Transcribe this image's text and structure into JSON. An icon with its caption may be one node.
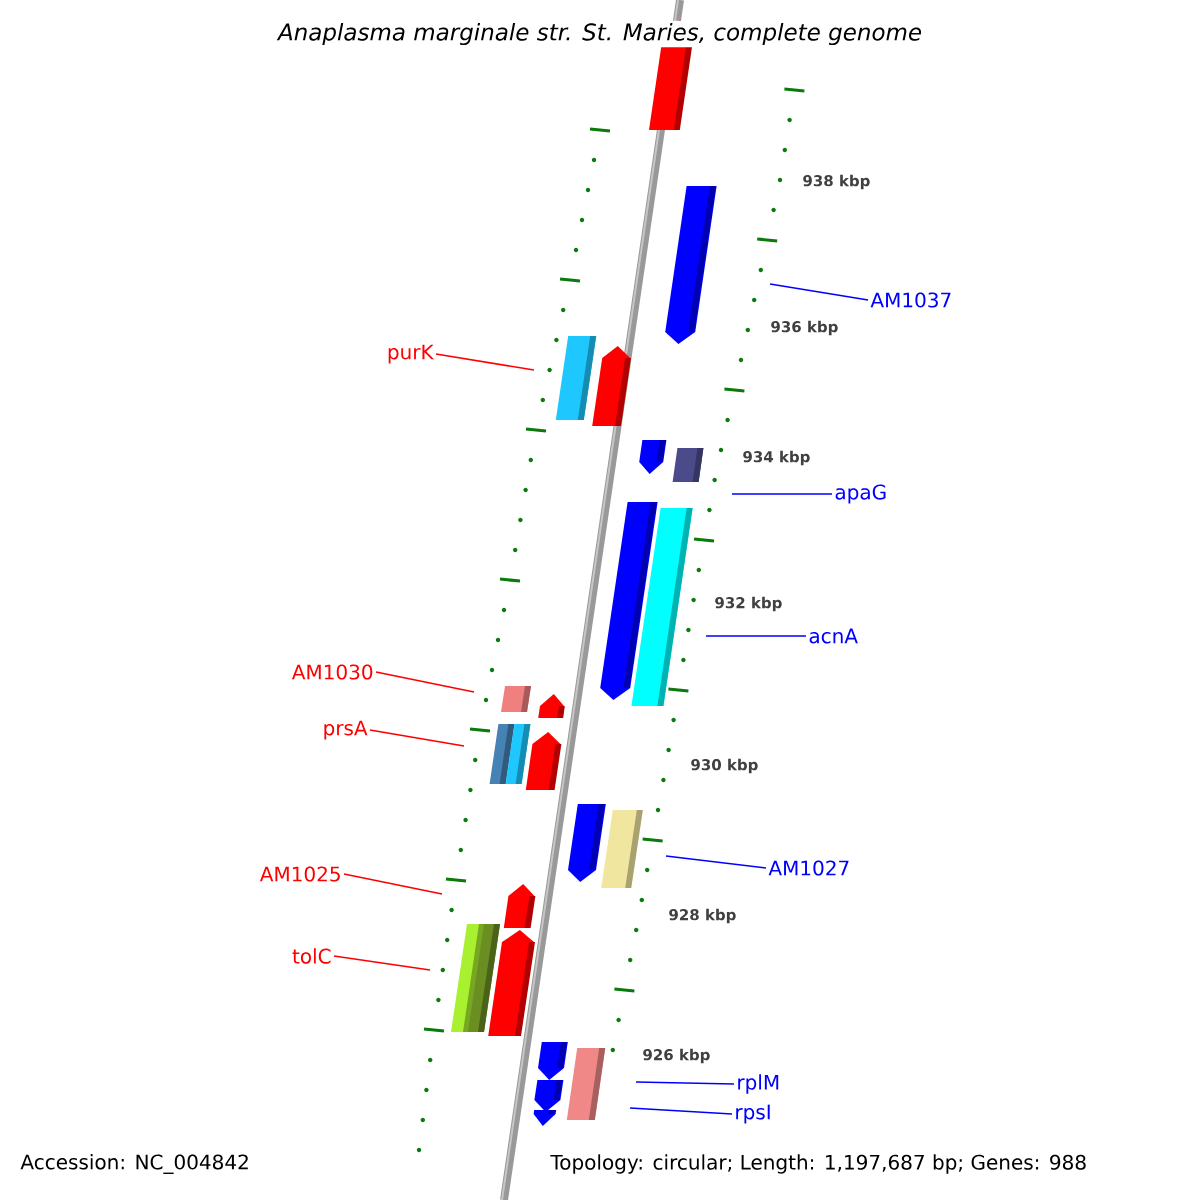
{
  "diagram": {
    "title": "Anaplasma marginale str. St. Maries, complete genome",
    "nodes": [
      {
        "text": [
          "AM1037"
        ]
      },
      {
        "text": [
          "purK"
        ]
      },
      {
        "text": [
          "apaG"
        ]
      },
      {
        "text": [
          "acnA"
        ]
      },
      {
        "text": [
          "AM1030"
        ]
      },
      {
        "text": [
          "prsA"
        ]
      },
      {
        "text": [
          "AM1027"
        ]
      },
      {
        "text": [
          "AM1025"
        ]
      },
      {
        "text": [
          "tolC"
        ]
      },
      {
        "text": [
          "rplM"
        ]
      },
      {
        "text": [
          "rpsI"
        ]
      }
    ],
    "edges": [
      {
        "from": 0,
        "to": null,
        "arrow": "none",
        "color": "#0000ff"
      },
      {
        "from": 1,
        "to": null,
        "arrow": "none",
        "color": "#ff0000"
      },
      {
        "from": 2,
        "to": null,
        "arrow": "none",
        "color": "#0000ff"
      },
      {
        "from": 3,
        "to": null,
        "arrow": "none",
        "color": "#0000ff"
      },
      {
        "from": 4,
        "to": null,
        "arrow": "none",
        "color": "#ff0000"
      },
      {
        "from": 5,
        "to": null,
        "arrow": "none",
        "color": "#ff0000"
      },
      {
        "from": 6,
        "to": null,
        "arrow": "none",
        "color": "#0000ff"
      },
      {
        "from": 7,
        "to": null,
        "arrow": "none",
        "color": "#ff0000"
      },
      {
        "from": 8,
        "to": null,
        "arrow": "none",
        "color": "#ff0000"
      },
      {
        "from": 9,
        "to": null,
        "arrow": "none",
        "color": "#0000ff"
      },
      {
        "from": 10,
        "to": null,
        "arrow": "none",
        "color": "#0000ff"
      }
    ],
    "labels": [
      "938 kbp",
      "936 kbp",
      "934 kbp",
      "932 kbp",
      "930 kbp",
      "928 kbp",
      "926 kbp",
      "Accession: NC_004842",
      "Topology: circular; Length: 1,197,687 bp; Genes: 988"
    ]
  }
}
